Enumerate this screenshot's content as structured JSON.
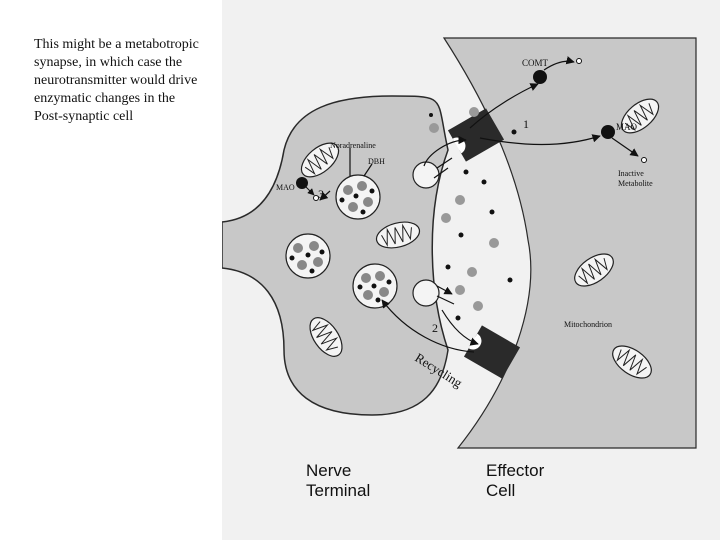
{
  "caption": {
    "lines": [
      "This might be a metabotropic",
      "synapse, in which case the",
      "neurotransmitter would drive",
      "enzymatic changes in the",
      "Post-synaptic cell"
    ]
  },
  "figure": {
    "labels": {
      "comt": "COMT",
      "mao_effector": "MAO",
      "inactive_1": "Inactive",
      "inactive_2": "Metabolite",
      "mitochondrion": "Mitochondrion",
      "noradrenaline": "Noradrenaline",
      "dbh": "DBH",
      "mao_terminal": "MAO",
      "recycling": "Recycling",
      "step_1": "1",
      "step_2": "2",
      "step_3": "3"
    },
    "bottom_labels": {
      "nerve_1": "Nerve",
      "nerve_2": "Terminal",
      "effector_1": "Effector",
      "effector_2": "Cell"
    }
  }
}
